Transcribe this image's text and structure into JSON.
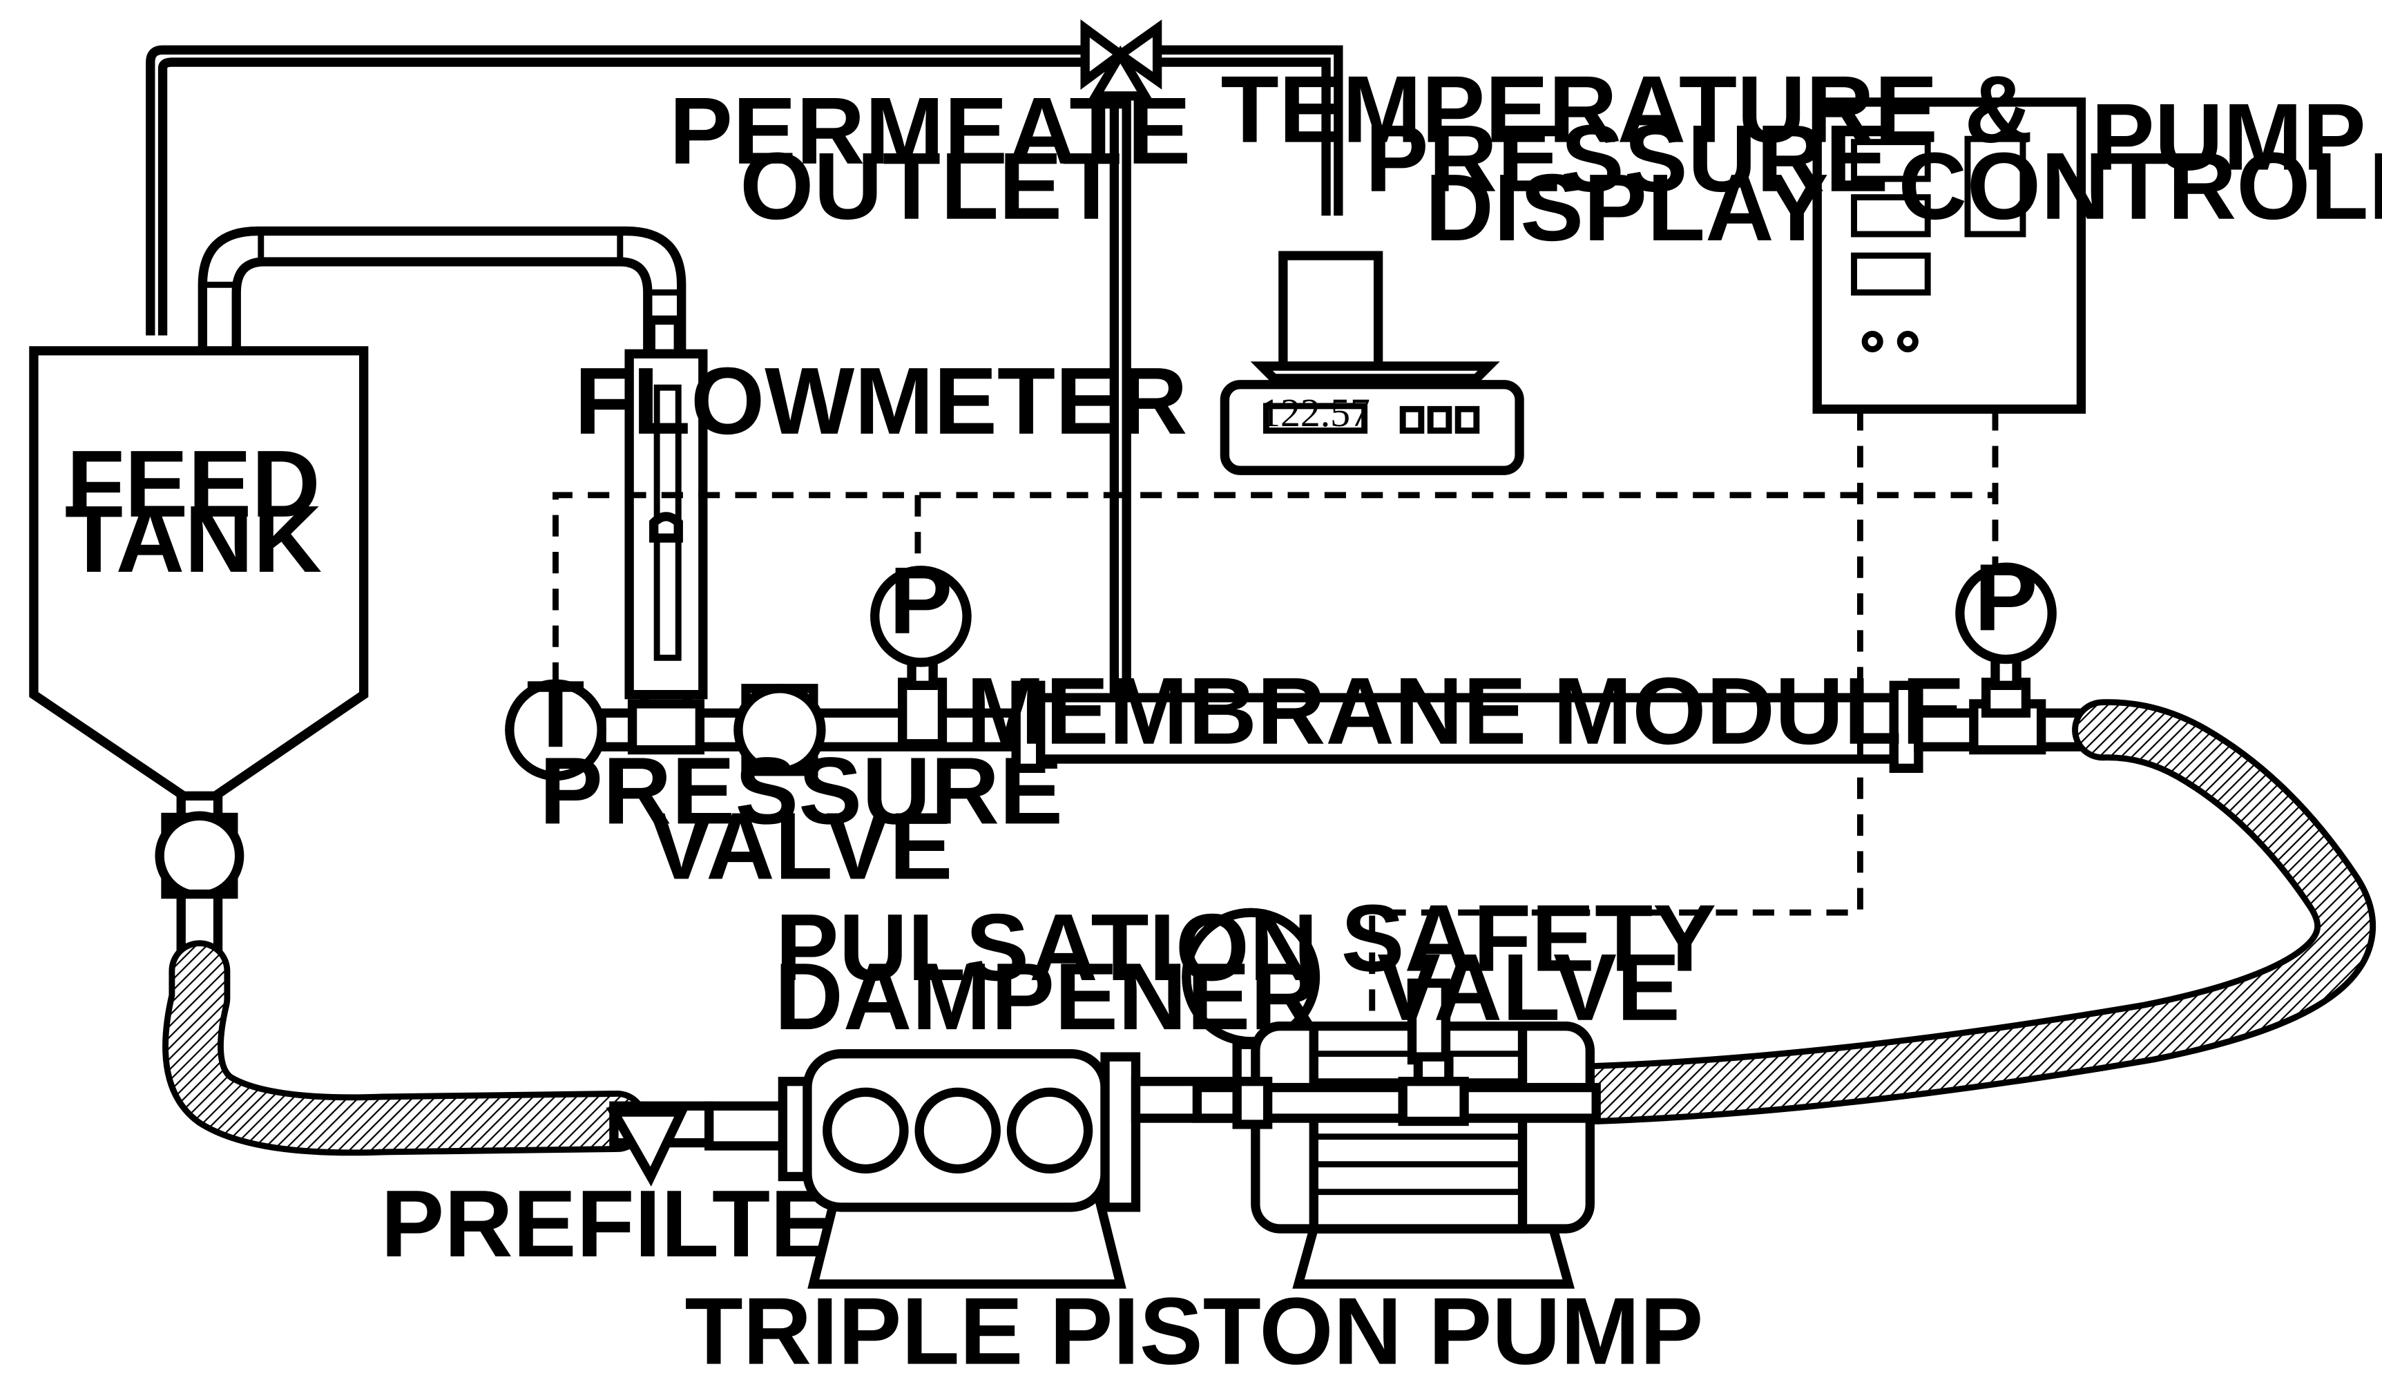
{
  "labels": {
    "feed_tank_1": "FEED",
    "feed_tank_2": "TANK",
    "flowmeter": "FLOWMETER",
    "permeate_1": "PERMEATE",
    "permeate_2": "OUTLET",
    "temp_display_1": "TEMPERATURE &",
    "temp_display_2": "PRESSURE",
    "temp_display_3": "DISPLAY",
    "pump_controller_1": "PUMP",
    "pump_controller_2": "CONTROLLER",
    "membrane_module": "MEMBRANE MODULE",
    "pressure_valve_1": "PRESSURE",
    "pressure_valve_2": "VALVE",
    "pulsation_1": "PULSATION",
    "pulsation_2": "DAMPENER",
    "safety_1": "SAFETY",
    "safety_2": "VALVE",
    "prefilter": "PREFILTER",
    "triple_pump": "TRIPLE PISTON PUMP"
  },
  "instruments": {
    "temperature_gauge": "T",
    "pressure_gauge_left": "P",
    "pressure_gauge_right": "P"
  },
  "balance_readout": "122.57",
  "colors": {
    "line": "#000000",
    "background": "#ffffff"
  }
}
